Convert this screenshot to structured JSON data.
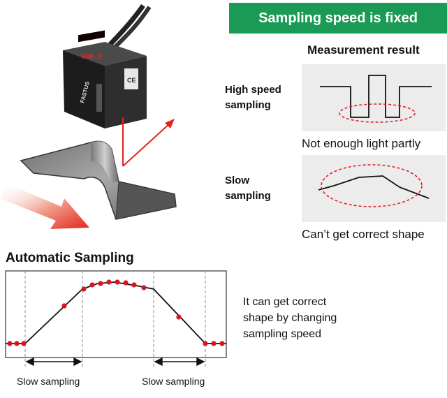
{
  "banner": {
    "text": "Sampling speed is fixed",
    "color": "#1a9a55"
  },
  "measurement": {
    "title": "Measurement result",
    "rows": [
      {
        "label_line1": "High speed",
        "label_line2": "sampling",
        "caption": "Not enough light partly"
      },
      {
        "label_line1": "Slow",
        "label_line2": "sampling",
        "caption": "Can’t get correct shape"
      }
    ],
    "highlight_color": "#e0202a"
  },
  "sensor": {
    "brand": "FASTUS",
    "display": "000.0"
  },
  "automatic": {
    "title": "Automatic Sampling",
    "note_lines": [
      "It can get correct",
      "shape by changing",
      "sampling speed"
    ],
    "slow_left": "Slow sampling",
    "slow_right": "Slow sampling",
    "dot_color": "#d8141e"
  }
}
